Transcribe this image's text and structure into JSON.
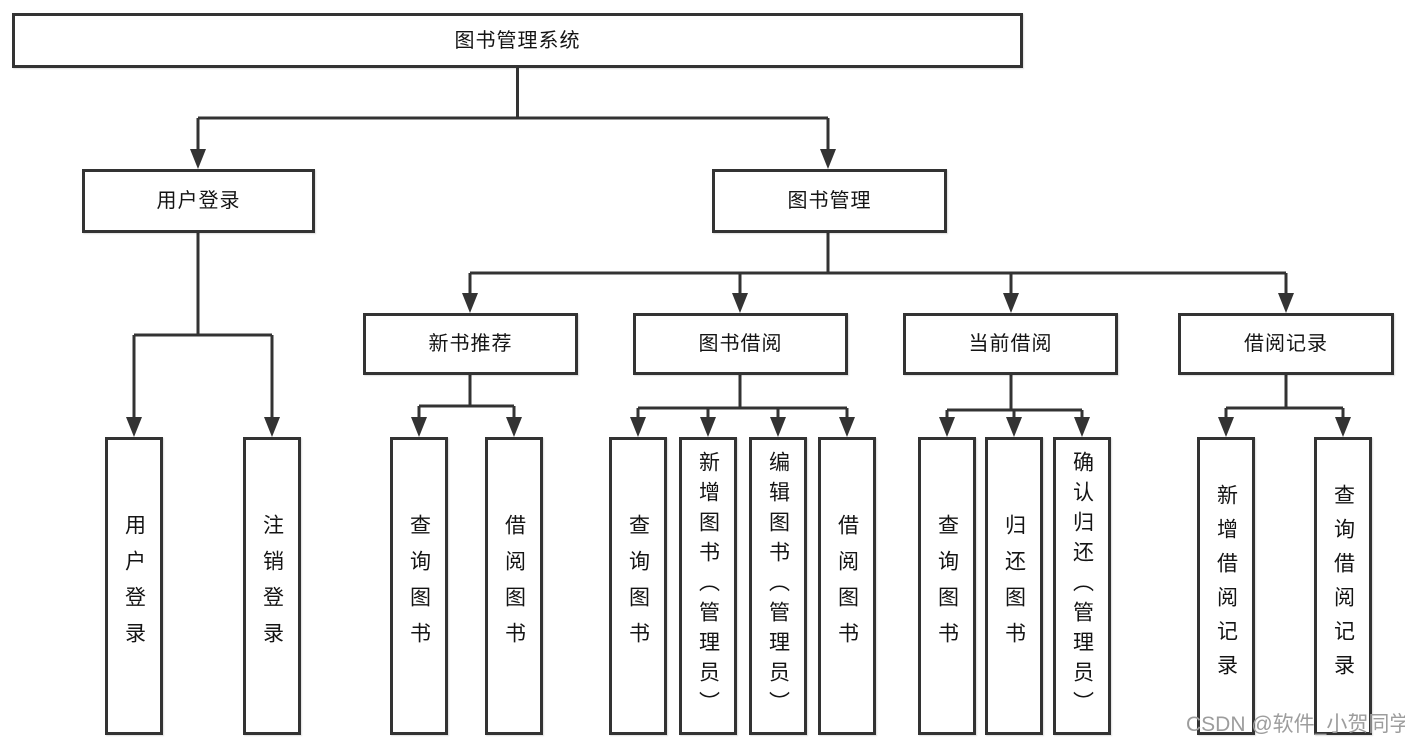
{
  "tree": {
    "root": "图书管理系统",
    "children": [
      {
        "label": "用户登录",
        "children": [
          "用户登录",
          "注销登录"
        ]
      },
      {
        "label": "图书管理",
        "children": [
          {
            "label": "新书推荐",
            "children": [
              "查询图书",
              "借阅图书"
            ]
          },
          {
            "label": "图书借阅",
            "children": [
              "查询图书",
              "新增图书（管理员）",
              "编辑图书（管理员）",
              "借阅图书"
            ]
          },
          {
            "label": "当前借阅",
            "children": [
              "查询图书",
              "归还图书",
              "确认归还（管理员）"
            ]
          },
          {
            "label": "借阅记录",
            "children": [
              "新增借阅记录",
              "查询借阅记录"
            ]
          }
        ]
      }
    ]
  },
  "watermark": {
    "text": "CSDN @软件_小贺同学"
  },
  "colors": {
    "line": "#333333",
    "text": "#141414",
    "watermark": "#9d9d9d",
    "background": "#ffffff"
  }
}
